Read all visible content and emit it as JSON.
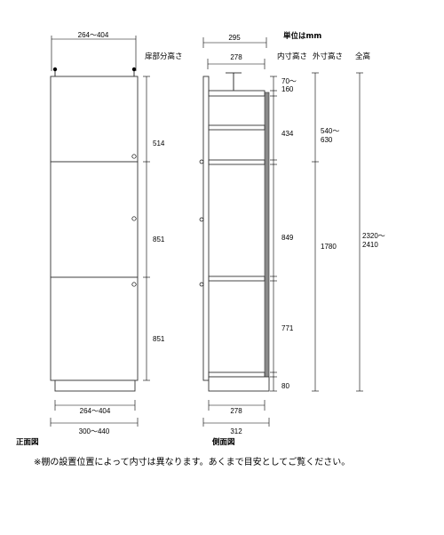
{
  "unit_label": "単位はmm",
  "view_front_label": "正面図",
  "view_side_label": "側面図",
  "note": "※棚の設置位置によって内寸は異なります。あくまで目安としてご覧ください。",
  "headers": {
    "door_height": "扉部分高さ",
    "inner_height": "内寸高さ",
    "outer_height": "外寸高さ",
    "total_height": "全高"
  },
  "front": {
    "top_width": "264～404",
    "bottom_inner_width": "264～404",
    "bottom_outer_width": "300～440",
    "door_heights": [
      "514",
      "851",
      "851"
    ]
  },
  "side": {
    "depth_top": "295",
    "depth_inner_top": "278",
    "depth_inner_bottom": "278",
    "depth_outer_bottom": "312",
    "inner_heights": [
      "70～\n160",
      "434",
      "849",
      "771",
      "80"
    ],
    "outer_top": "540～\n630",
    "outer_main": "1780",
    "total": "2320～\n2410"
  },
  "icons": {
    "door_knob": "door-knob-icon",
    "tension_rod": "tension-rod-icon"
  }
}
